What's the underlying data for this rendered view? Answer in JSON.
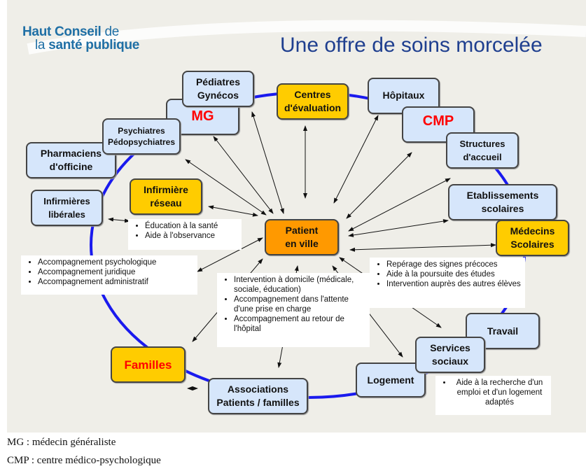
{
  "header": {
    "logo_line1_bold": "Haut Conseil",
    "logo_line1_light": "de",
    "logo_line2_light": "la",
    "logo_line2_bold": "santé publique",
    "title": "Une offre de soins morcelée"
  },
  "nodes": {
    "pediatres": [
      "Pédiatres",
      "Gynécos"
    ],
    "mg": "MG",
    "centres": [
      "Centres",
      "d'évaluation"
    ],
    "hopitaux": "Hôpitaux",
    "cmp": "CMP",
    "structures": [
      "Structures",
      "d'accueil"
    ],
    "etablissements": [
      "Etablissements",
      "scolaires"
    ],
    "medecins_scolaires": [
      "Médecins",
      "Scolaires"
    ],
    "psychiatres": [
      "Psychiatres",
      "Pédopsychiatres"
    ],
    "pharmaciens": [
      "Pharmaciens",
      "d'officine"
    ],
    "infirmieres_liberales": [
      "Infirmières",
      "libérales"
    ],
    "infirmiere_reseau": [
      "Infirmière",
      "réseau"
    ],
    "patient": [
      "Patient",
      "en ville"
    ],
    "familles": "Familles",
    "associations": [
      "Associations",
      "Patients / familles"
    ],
    "logement": "Logement",
    "services_sociaux": [
      "Services",
      "sociaux"
    ],
    "travail": "Travail"
  },
  "notes": {
    "reseau": [
      "Éducation à la santé",
      "Aide à l'observance"
    ],
    "accompagnement": [
      "Accompagnement psychologique",
      "Accompagnement juridique",
      "Accompagnement administratif"
    ],
    "intervention": [
      "Intervention à domicile (médicale, sociale, éducation)",
      "Accompagnement dans l'attente d'une prise en charge",
      "Accompagnement au retour de l'hôpital"
    ],
    "scolaire": [
      "Repérage des signes précoces",
      "Aide à la poursuite des études",
      "Intervention auprès des autres élèves"
    ],
    "emploi": [
      "Aide à la recherche d'un emploi et d'un logement adaptés"
    ]
  },
  "legend": [
    "MG : médecin généraliste",
    "CMP : centre médico-psychologique"
  ]
}
